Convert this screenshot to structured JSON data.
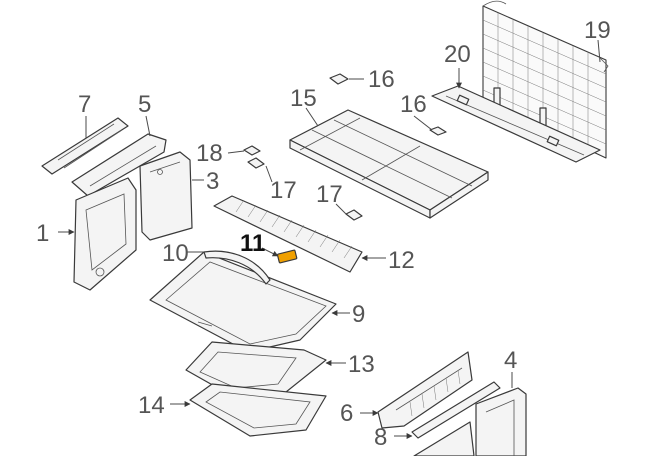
{
  "labels": {
    "p1": "1",
    "p3": "3",
    "p4": "4",
    "p5": "5",
    "p6": "6",
    "p7": "7",
    "p8": "8",
    "p9": "9",
    "p10": "10",
    "p11": "11",
    "p12": "12",
    "p13": "13",
    "p14": "14",
    "p15": "15",
    "p16a": "16",
    "p16b": "16",
    "p17a": "17",
    "p17b": "17",
    "p18": "18",
    "p19": "19",
    "p20": "20"
  },
  "colors": {
    "highlight": "#f0a000",
    "line": "#3a3a3a",
    "label": "#555555"
  },
  "highlighted_part": "11"
}
